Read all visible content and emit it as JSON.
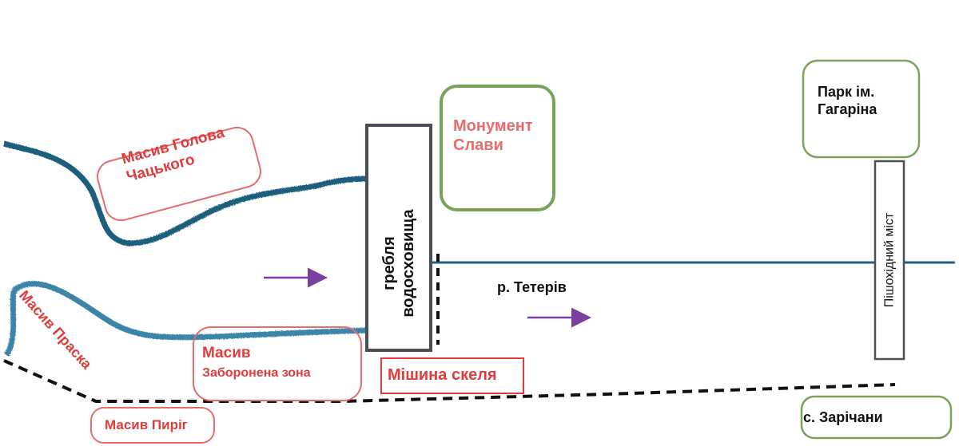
{
  "labels": {
    "holova": "Масив Голова\nЧацького",
    "monument": "Монумент\nСлави",
    "park": "Парк ім.\nГагаріна",
    "dam": "гребля\nводосховища",
    "praska": "Масив Праска",
    "zaboronena": "Масив",
    "zaboronena_sub": "Заборонена зона",
    "mishyna": "Мішина скеля",
    "pyrig": "Масив Пиріг",
    "river": "р. Тетерів",
    "bridge": "Пішохідний міст",
    "zarichany": "с. Зарічани"
  },
  "colors": {
    "river_dark": "#1f5e7c",
    "river_light": "#3d85a8",
    "red": "#e03c3c",
    "pink": "#e76d6d",
    "green": "#7aa35a",
    "dark_gray": "#4a4f57",
    "purple": "#7a3fa0"
  }
}
